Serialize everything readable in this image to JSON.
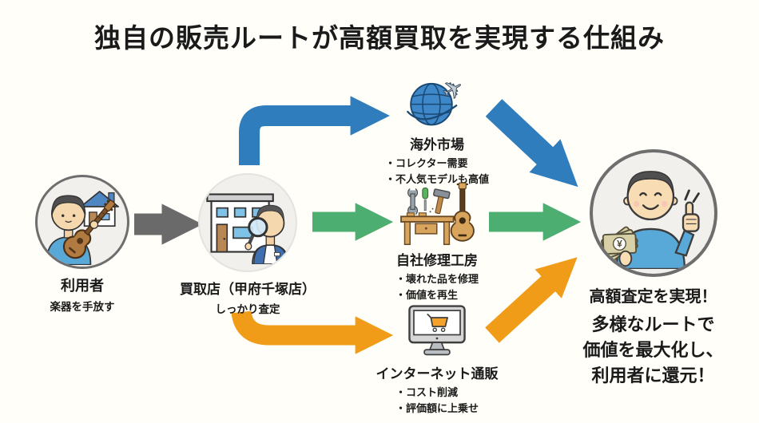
{
  "title": "独自の販売ルートが高額買取を実現する仕組み",
  "nodes": {
    "user": {
      "label": "利用者",
      "sub": "楽器を手放す"
    },
    "store": {
      "label": "買取店（甲府千塚店）",
      "sub": "しっかり査定"
    },
    "overseas": {
      "label": "海外市場",
      "bullets": [
        "・コレクター需要",
        "・不人気モデルも高値"
      ]
    },
    "repair": {
      "label": "自社修理工房",
      "bullets": [
        "・壊れた品を修理",
        "・価値を再生"
      ]
    },
    "online": {
      "label": "インターネット通販",
      "bullets": [
        "・コスト削減",
        "・評価額に上乗せ"
      ]
    },
    "result": {
      "label": "高額査定を実現！",
      "summary": [
        "多様なルートで",
        "価値を最大化し、",
        "利用者に還元！"
      ]
    }
  },
  "colors": {
    "blue": "#2f7dbd",
    "green": "#4cae70",
    "orange": "#f09c18",
    "grey": "#6a6a6a",
    "background": "#fffef8",
    "text": "#1a1a1a"
  }
}
